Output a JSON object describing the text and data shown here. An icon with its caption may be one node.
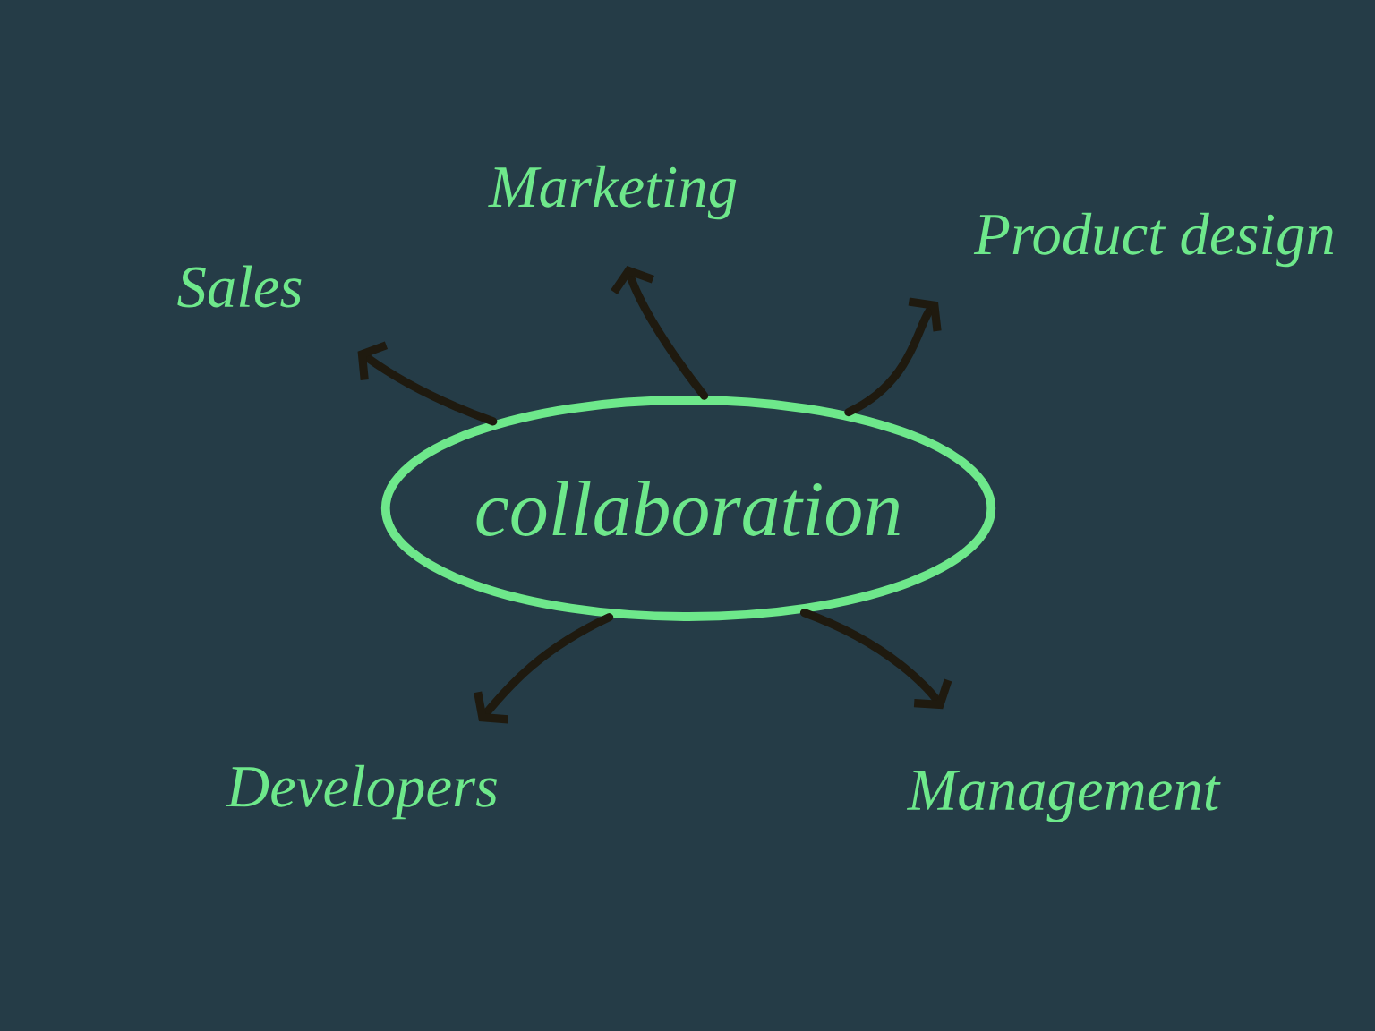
{
  "diagram": {
    "nodes": [
      {
        "text": [
          "collaboration"
        ]
      },
      {
        "text": [
          "Sales"
        ]
      },
      {
        "text": [
          "Marketing"
        ]
      },
      {
        "text": [
          "Product design"
        ]
      },
      {
        "text": [
          "Developers"
        ]
      },
      {
        "text": [
          "Management"
        ]
      }
    ],
    "edges": [
      {
        "from": 0,
        "to": 1,
        "arrow": "to"
      },
      {
        "from": 0,
        "to": 2,
        "arrow": "to"
      },
      {
        "from": 0,
        "to": 3,
        "arrow": "to"
      },
      {
        "from": 0,
        "to": 4,
        "arrow": "to"
      },
      {
        "from": 0,
        "to": 5,
        "arrow": "to"
      }
    ]
  }
}
